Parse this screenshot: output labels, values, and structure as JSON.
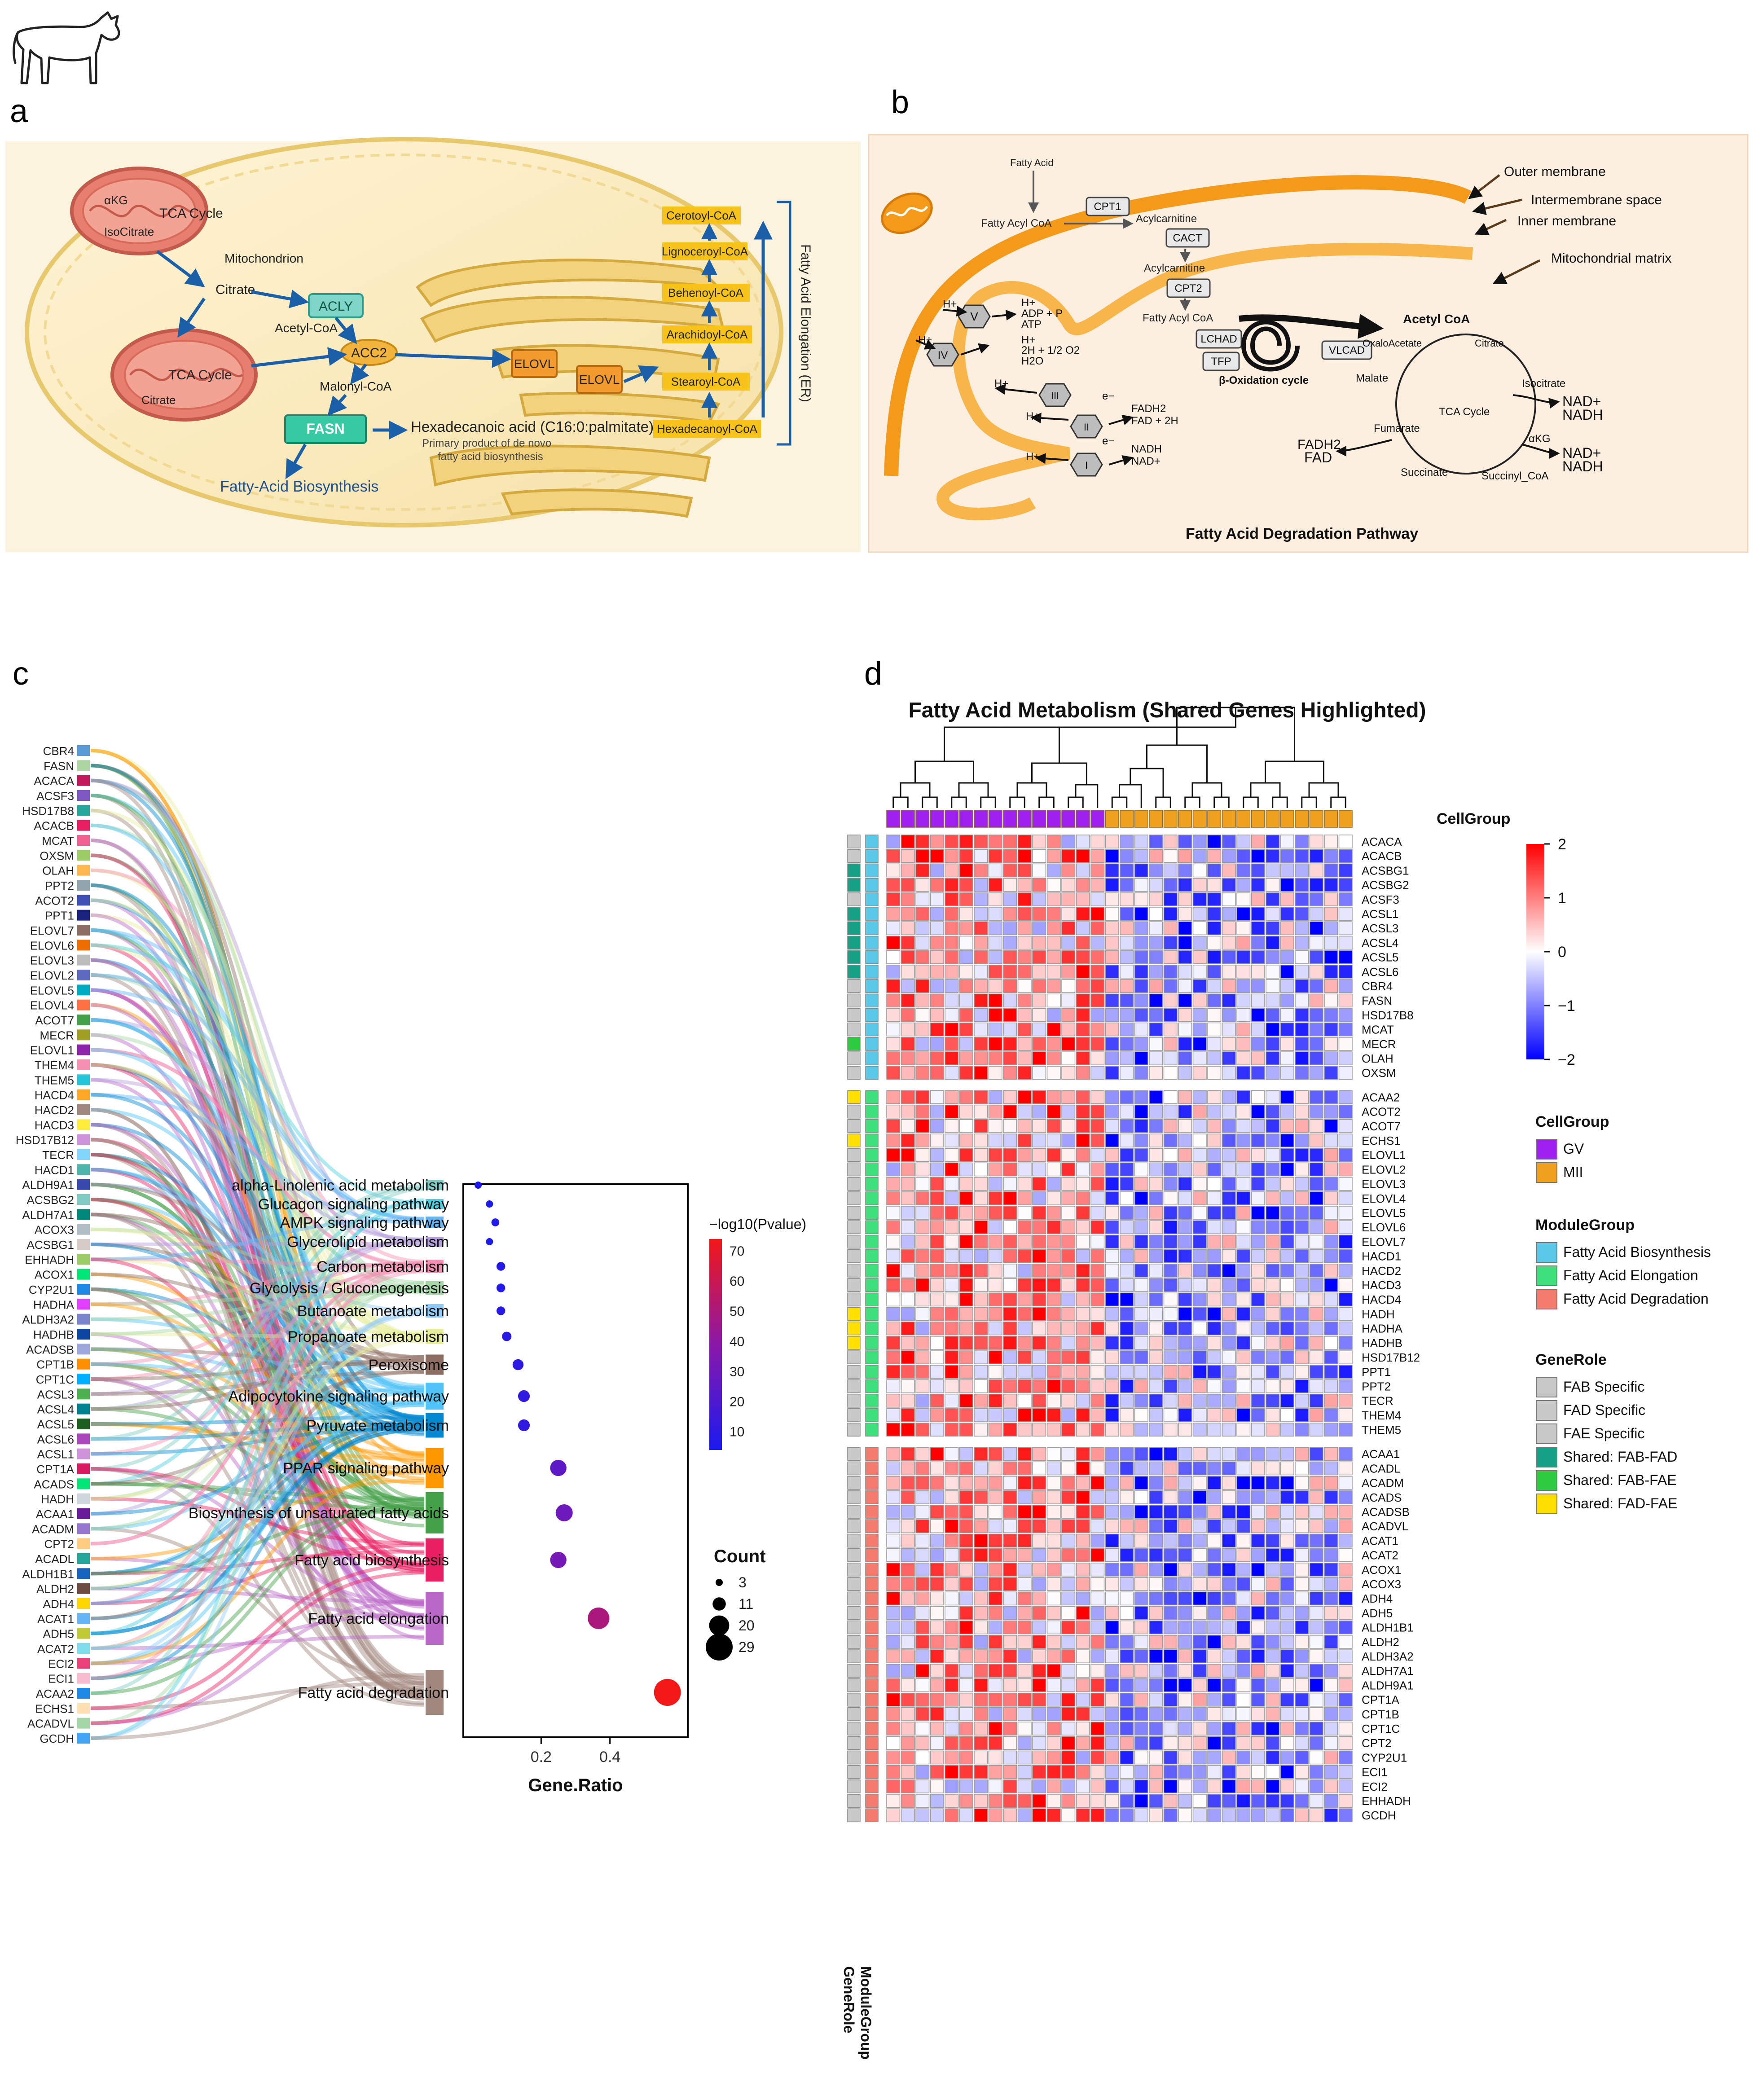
{
  "panel_letters": {
    "a": "a",
    "b": "b",
    "c": "c",
    "d": "d"
  },
  "panel_a": {
    "organelles": {
      "mitochondrion": "Mitochondrion",
      "tca1": "TCA Cycle",
      "tca2": "TCA Cycle",
      "akg": "αKG",
      "isocitrate": "IsoCitrate",
      "citrate_in": "Citrate"
    },
    "metabolites": {
      "citrate": "Citrate",
      "acetyl_coa": "Acetyl-CoA",
      "malonyl_coa": "Malonyl-CoA",
      "product": "Hexadecanoic acid (C16:0:palmitate)",
      "product_note_1": "Primary product of de novo",
      "product_note_2": "fatty acid biosynthesis"
    },
    "enzymes": {
      "acly": "ACLY",
      "acc2": "ACC2",
      "fasn": "FASN",
      "elovl1": "ELOVL",
      "elovl2": "ELOVL"
    },
    "caption": "Fatty-Acid Biosynthesis",
    "elongation_products": [
      "Cerotoyl-CoA",
      "Lignoceroyl-CoA",
      "Behenoyl-CoA",
      "Arachidoyl-CoA",
      "Stearoyl-CoA",
      "Hexadecanoyl-CoA"
    ],
    "elongation_label": "Fatty Acid Elongation (ER)"
  },
  "panel_b": {
    "membranes": [
      "Outer membrane",
      "Intermembrane space",
      "Inner membrane",
      "Mitochondrial matrix"
    ],
    "transport": {
      "fatty_acid": "Fatty Acid",
      "fatty_acyl_coa": "Fatty Acyl CoA",
      "cpt1": "CPT1",
      "acylcarnitine_1": "Acylcarnitine",
      "cact": "CACT",
      "acylcarnitine_2": "Acylcarnitine",
      "cpt2": "CPT2",
      "fatty_acyl_coa_2": "Fatty Acyl CoA"
    },
    "beta_ox": {
      "lchad": "LCHAD",
      "tfp": "TFP",
      "vlcad": "VLCAD",
      "label": "β-Oxidation cycle"
    },
    "etc": {
      "complexes": [
        "V",
        "IV",
        "III",
        "II",
        "I"
      ],
      "h1": "H+",
      "h2": "H+",
      "adp": "ADP + P",
      "atp": "ATP",
      "h3": "H+",
      "h4": "H+",
      "o2": "2H + 1/2 O2",
      "h2o": "H2O",
      "h5": "H+",
      "e1": "e−",
      "fadh2": "FADH2",
      "fad2h": "FAD + 2H",
      "h6": "H+",
      "e2": "e−",
      "nadh": "NADH",
      "nad": "NAD+",
      "h7": "H+"
    },
    "tca": {
      "acetyl_coa": "Acetyl CoA",
      "oxaloacetate": "OxaloAcetate",
      "citrate": "Citrate",
      "isocitrate": "Isocitrate",
      "nad1": "NAD+",
      "nadh1": "NADH",
      "akg": "αKG",
      "nad2": "NAD+",
      "nadh2": "NADH",
      "succinyl": "Succinyl_CoA",
      "succinate": "Succinate",
      "fumarate": "Fumarate",
      "fadh2": "FADH2",
      "fad": "FAD",
      "malate": "Malate",
      "center": "TCA Cycle"
    },
    "title": "Fatty Acid Degradation Pathway"
  },
  "panel_c": {
    "genes": [
      "CBR4",
      "FASN",
      "ACACA",
      "ACSF3",
      "HSD17B8",
      "ACACB",
      "MCAT",
      "OXSM",
      "OLAH",
      "PPT2",
      "ACOT2",
      "PPT1",
      "ELOVL7",
      "ELOVL6",
      "ELOVL3",
      "ELOVL2",
      "ELOVL5",
      "ELOVL4",
      "ACOT7",
      "MECR",
      "ELOVL1",
      "THEM4",
      "THEM5",
      "HACD4",
      "HACD2",
      "HACD3",
      "HSD17B12",
      "TECR",
      "HACD1",
      "ALDH9A1",
      "ACSBG2",
      "ALDH7A1",
      "ACOX3",
      "ACSBG1",
      "EHHADH",
      "ACOX1",
      "CYP2U1",
      "HADHA",
      "ALDH3A2",
      "HADHB",
      "ACADSB",
      "CPT1B",
      "CPT1C",
      "ACSL3",
      "ACSL4",
      "ACSL5",
      "ACSL6",
      "ACSL1",
      "CPT1A",
      "ACADS",
      "HADH",
      "ACAA1",
      "ACADM",
      "CPT2",
      "ACADL",
      "ALDH1B1",
      "ALDH2",
      "ADH4",
      "ACAT1",
      "ADH5",
      "ACAT2",
      "ECI2",
      "ECI1",
      "ACAA2",
      "ECHS1",
      "ACADVL",
      "GCDH"
    ],
    "gene_colors": [
      "#5B9BD5",
      "#AED6A2",
      "#C2185B",
      "#7E57C2",
      "#26A69A",
      "#E91E63",
      "#F06292",
      "#9CCC65",
      "#FFB74D",
      "#90A4AE",
      "#3F51B5",
      "#1A237E",
      "#8D6E63",
      "#EF6C00",
      "#BDBDBD",
      "#5C6BC0",
      "#00ACC1",
      "#FF7043",
      "#43A047",
      "#9E9D24",
      "#8E24AA",
      "#F48FB1",
      "#26C6DA",
      "#FFA726",
      "#A1887F",
      "#FFEB3B",
      "#CE93D8",
      "#81D4FA",
      "#4DB6AC",
      "#3949AB",
      "#80CBC4",
      "#00897B",
      "#B0BEC5",
      "#D7CCC8",
      "#9CCC65",
      "#00E676",
      "#1E88E5",
      "#E040FB",
      "#7986CB",
      "#0D47A1",
      "#9FA8DA",
      "#FF8F00",
      "#00B0FF",
      "#4CAF50",
      "#00838F",
      "#1B5E20",
      "#AB47BC",
      "#CE93D8",
      "#D81B60",
      "#00E676",
      "#CFD8DC",
      "#6A1B9A",
      "#9575CD",
      "#FFCC80",
      "#26A69A",
      "#1565C0",
      "#6D4C41",
      "#FFD600",
      "#64B5F6",
      "#C0CA33",
      "#80DEEA",
      "#EC407A",
      "#F8BBD0",
      "#1E88E5",
      "#FFE0B2",
      "#A5D6A7",
      "#42A5F5"
    ],
    "pathways": [
      {
        "name": "alpha-Linolenic acid metabolism",
        "gene_ratio": 0.017,
        "log10p": 4,
        "count": 3,
        "color": "#80CBC4"
      },
      {
        "name": "Glucagon signaling pathway",
        "gene_ratio": 0.05,
        "log10p": 5,
        "count": 3,
        "color": "#4DD0E1"
      },
      {
        "name": "AMPK signaling pathway",
        "gene_ratio": 0.067,
        "log10p": 6,
        "count": 4,
        "color": "#64B5F6"
      },
      {
        "name": "Glycerolipid metabolism",
        "gene_ratio": 0.05,
        "log10p": 5,
        "count": 3,
        "color": "#B39DDB"
      },
      {
        "name": "Carbon metabolism",
        "gene_ratio": 0.083,
        "log10p": 7,
        "count": 5,
        "color": "#F48FB1"
      },
      {
        "name": "Glycolysis / Gluconeogenesis",
        "gene_ratio": 0.083,
        "log10p": 7,
        "count": 5,
        "color": "#A5D6A7"
      },
      {
        "name": "Butanoate metabolism",
        "gene_ratio": 0.083,
        "log10p": 8,
        "count": 5,
        "color": "#90CAF9"
      },
      {
        "name": "Propanoate metabolism",
        "gene_ratio": 0.1,
        "log10p": 9,
        "count": 6,
        "color": "#E6EE9C"
      },
      {
        "name": "Peroxisome",
        "gene_ratio": 0.133,
        "log10p": 10,
        "count": 8,
        "color": "#8D6E63"
      },
      {
        "name": "Adipocytokine signaling pathway",
        "gene_ratio": 0.15,
        "log10p": 11,
        "count": 9,
        "color": "#4FC3F7"
      },
      {
        "name": "Pyruvate metabolism",
        "gene_ratio": 0.15,
        "log10p": 11,
        "count": 9,
        "color": "#0288D1"
      },
      {
        "name": "PPAR signaling pathway",
        "gene_ratio": 0.25,
        "log10p": 25,
        "count": 15,
        "color": "#FF9800"
      },
      {
        "name": "Biosynthesis of unsaturated fatty acids",
        "gene_ratio": 0.267,
        "log10p": 30,
        "count": 16,
        "color": "#43A047"
      },
      {
        "name": "Fatty acid biosynthesis",
        "gene_ratio": 0.25,
        "log10p": 32,
        "count": 15,
        "color": "#E91E63"
      },
      {
        "name": "Fatty acid elongation",
        "gene_ratio": 0.367,
        "log10p": 50,
        "count": 22,
        "color": "#BA68C8"
      },
      {
        "name": "Fatty acid degradation",
        "gene_ratio": 0.567,
        "log10p": 74,
        "count": 29,
        "color": "#A1887F"
      }
    ],
    "xaxis_ticks": [
      "0.2",
      "0.4"
    ],
    "xlabel": "Gene.Ratio",
    "legend_color_title": "−log10(Pvalue)",
    "color_ticks": [
      "70",
      "60",
      "50",
      "40",
      "30",
      "20",
      "10"
    ],
    "legend_size_title": "Count",
    "size_ticks": [
      "3",
      "11",
      "20",
      "29"
    ]
  },
  "chart_data": {
    "type": "heatmap",
    "title": "Fatty Acid Metabolism (Shared Genes Highlighted)",
    "columns": {
      "count": 32,
      "groups": [
        {
          "name": "GV",
          "count": 15,
          "color": "#A020F0"
        },
        {
          "name": "MII",
          "count": 17,
          "color": "#F0A01F"
        }
      ]
    },
    "row_blocks": [
      {
        "module": "Fatty Acid Biosynthesis",
        "genes": [
          "ACACA",
          "ACACB",
          "ACSBG1",
          "ACSBG2",
          "ACSF3",
          "ACSL1",
          "ACSL3",
          "ACSL4",
          "ACSL5",
          "ACSL6",
          "CBR4",
          "FASN",
          "HSD17B8",
          "MCAT",
          "MECR",
          "OLAH",
          "OXSM"
        ],
        "roles": [
          "FAB Specific",
          "FAB Specific",
          "Shared: FAB-FAD",
          "Shared: FAB-FAD",
          "FAB Specific",
          "Shared: FAB-FAD",
          "Shared: FAB-FAD",
          "Shared: FAB-FAD",
          "Shared: FAB-FAD",
          "Shared: FAB-FAD",
          "FAB Specific",
          "FAB Specific",
          "FAB Specific",
          "FAB Specific",
          "Shared: FAB-FAE",
          "FAB Specific",
          "FAB Specific"
        ]
      },
      {
        "module": "Fatty Acid Elongation",
        "genes": [
          "ACAA2",
          "ACOT2",
          "ACOT7",
          "ECHS1",
          "ELOVL1",
          "ELOVL2",
          "ELOVL3",
          "ELOVL4",
          "ELOVL5",
          "ELOVL6",
          "ELOVL7",
          "HACD1",
          "HACD2",
          "HACD3",
          "HACD4",
          "HADH",
          "HADHA",
          "HADHB",
          "HSD17B12",
          "PPT1",
          "PPT2",
          "TECR",
          "THEM4",
          "THEM5"
        ],
        "roles": [
          "Shared: FAD-FAE",
          "FAE Specific",
          "FAE Specific",
          "Shared: FAD-FAE",
          "FAE Specific",
          "FAE Specific",
          "FAE Specific",
          "FAE Specific",
          "FAE Specific",
          "FAE Specific",
          "FAE Specific",
          "FAE Specific",
          "FAE Specific",
          "FAE Specific",
          "FAE Specific",
          "Shared: FAD-FAE",
          "Shared: FAD-FAE",
          "Shared: FAD-FAE",
          "FAE Specific",
          "FAE Specific",
          "FAE Specific",
          "FAE Specific",
          "FAE Specific",
          "FAE Specific"
        ]
      },
      {
        "module": "Fatty Acid Degradation",
        "genes": [
          "ACAA1",
          "ACADL",
          "ACADM",
          "ACADS",
          "ACADSB",
          "ACADVL",
          "ACAT1",
          "ACAT2",
          "ACOX1",
          "ACOX3",
          "ADH4",
          "ADH5",
          "ALDH1B1",
          "ALDH2",
          "ALDH3A2",
          "ALDH7A1",
          "ALDH9A1",
          "CPT1A",
          "CPT1B",
          "CPT1C",
          "CPT2",
          "CYP2U1",
          "ECI1",
          "ECI2",
          "EHHADH",
          "GCDH"
        ],
        "roles": [
          "FAD Specific",
          "FAD Specific",
          "FAD Specific",
          "FAD Specific",
          "FAD Specific",
          "FAD Specific",
          "FAD Specific",
          "FAD Specific",
          "FAD Specific",
          "FAD Specific",
          "FAD Specific",
          "FAD Specific",
          "FAD Specific",
          "FAD Specific",
          "FAD Specific",
          "FAD Specific",
          "FAD Specific",
          "FAD Specific",
          "FAD Specific",
          "FAD Specific",
          "FAD Specific",
          "FAD Specific",
          "FAD Specific",
          "FAD Specific",
          "FAD Specific",
          "FAD Specific"
        ]
      }
    ],
    "color_scale": {
      "min": -2,
      "max": 2,
      "ticks": [
        "2",
        "1",
        "0",
        "−1",
        "−2"
      ],
      "low": "#0000FF",
      "mid": "#FFFFFF",
      "high": "#FF0000"
    },
    "column_annotation_label": "CellGroup",
    "row_annotation_labels": [
      "GeneRole",
      "ModuleGroup"
    ],
    "legend": {
      "cellgroup_title": "CellGroup",
      "cellgroup_items": [
        {
          "label": "GV",
          "color": "#A020F0"
        },
        {
          "label": "MII",
          "color": "#F0A01F"
        }
      ],
      "module_title": "ModuleGroup",
      "module_items": [
        {
          "label": "Fatty Acid Biosynthesis",
          "color": "#5BC8E8"
        },
        {
          "label": "Fatty Acid Elongation",
          "color": "#3DE07A"
        },
        {
          "label": "Fatty Acid Degradation",
          "color": "#F47C6E"
        }
      ],
      "role_title": "GeneRole",
      "role_items": [
        {
          "label": "FAB Specific",
          "color": "#C8C8C8"
        },
        {
          "label": "FAD Specific",
          "color": "#C8C8C8"
        },
        {
          "label": "FAE Specific",
          "color": "#C8C8C8"
        },
        {
          "label": "Shared: FAB-FAD",
          "color": "#16A085"
        },
        {
          "label": "Shared: FAB-FAE",
          "color": "#2ECC40"
        },
        {
          "label": "Shared: FAD-FAE",
          "color": "#FFE000"
        }
      ]
    }
  }
}
